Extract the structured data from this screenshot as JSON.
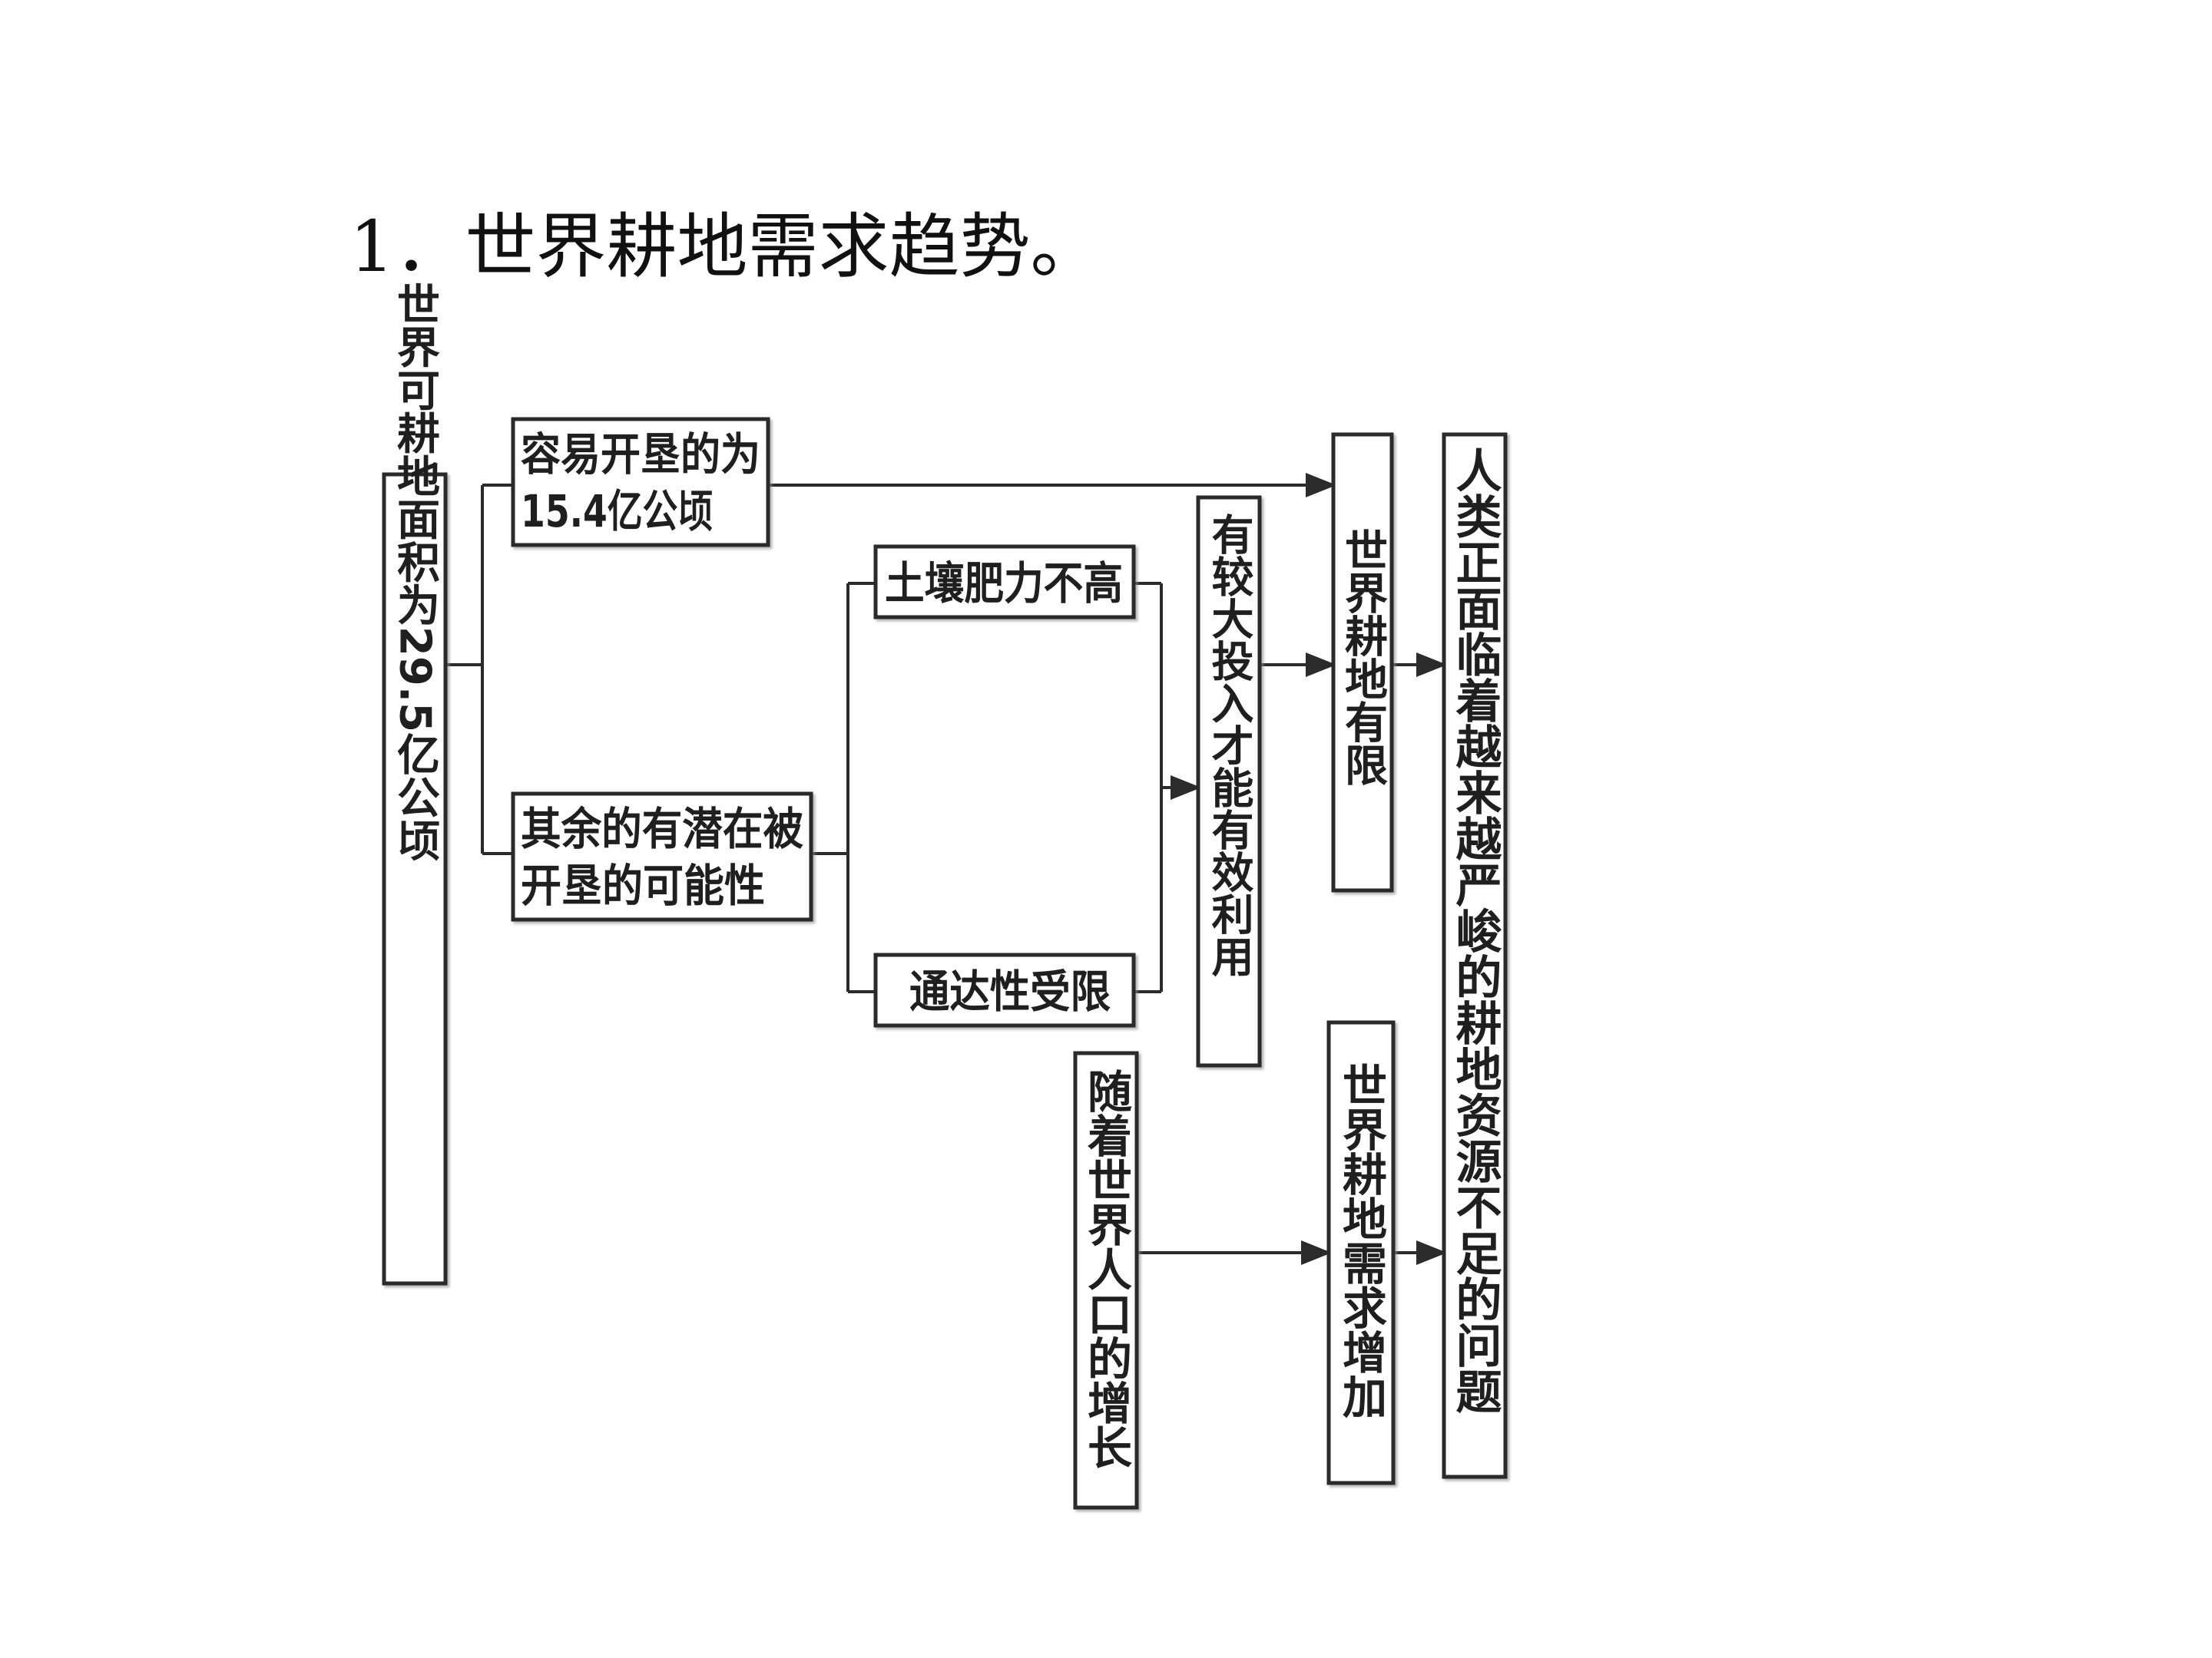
{
  "title": "1．世界耕地需求趋势。",
  "diagram": {
    "total_area": "世界可耕地面积为29.5亿公顷",
    "easy_reclaim": {
      "line1": "容易开垦的为",
      "line2": "15.4亿公顷"
    },
    "potential": {
      "line1": "其余的有潜在被",
      "line2": "开垦的可能性"
    },
    "soil_fertility": "土壤肥力不高",
    "accessibility": "通达性受限",
    "big_investment": "有较大投入才能有效利用",
    "cropland_limited": "世界耕地有限",
    "population_growth": "随着世界人口的增长",
    "demand_increase": "世界耕地需求增加",
    "conclusion": "人类正面临着越来越严峻的耕地资源不足的问题"
  }
}
